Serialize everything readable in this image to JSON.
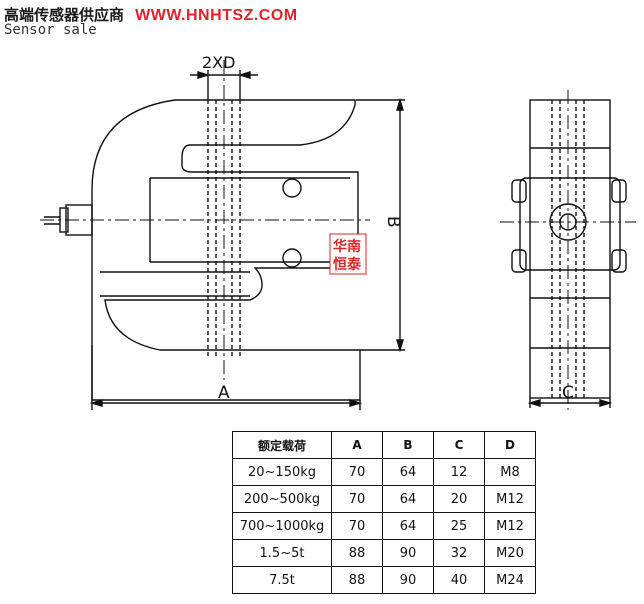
{
  "header": {
    "title_cn": "高端传感器供应商",
    "url": "WWW.HNHTSZ.COM",
    "subtitle": "Sensor sale"
  },
  "drawing": {
    "dim_2xd": "2XD",
    "dim_a": "A",
    "dim_b": "B",
    "dim_c": "C",
    "stamp_line1": "华南",
    "stamp_line2": "恒泰"
  },
  "table": {
    "headers": [
      "额定载荷",
      "A",
      "B",
      "C",
      "D"
    ],
    "rows": [
      [
        "20~150kg",
        "70",
        "64",
        "12",
        "M8"
      ],
      [
        "200~500kg",
        "70",
        "64",
        "20",
        "M12"
      ],
      [
        "700~1000kg",
        "70",
        "64",
        "25",
        "M12"
      ],
      [
        "1.5~5t",
        "88",
        "90",
        "32",
        "M20"
      ],
      [
        "7.5t",
        "88",
        "90",
        "40",
        "M24"
      ]
    ]
  },
  "colors": {
    "accent": "#d8262a",
    "line": "#111111"
  }
}
